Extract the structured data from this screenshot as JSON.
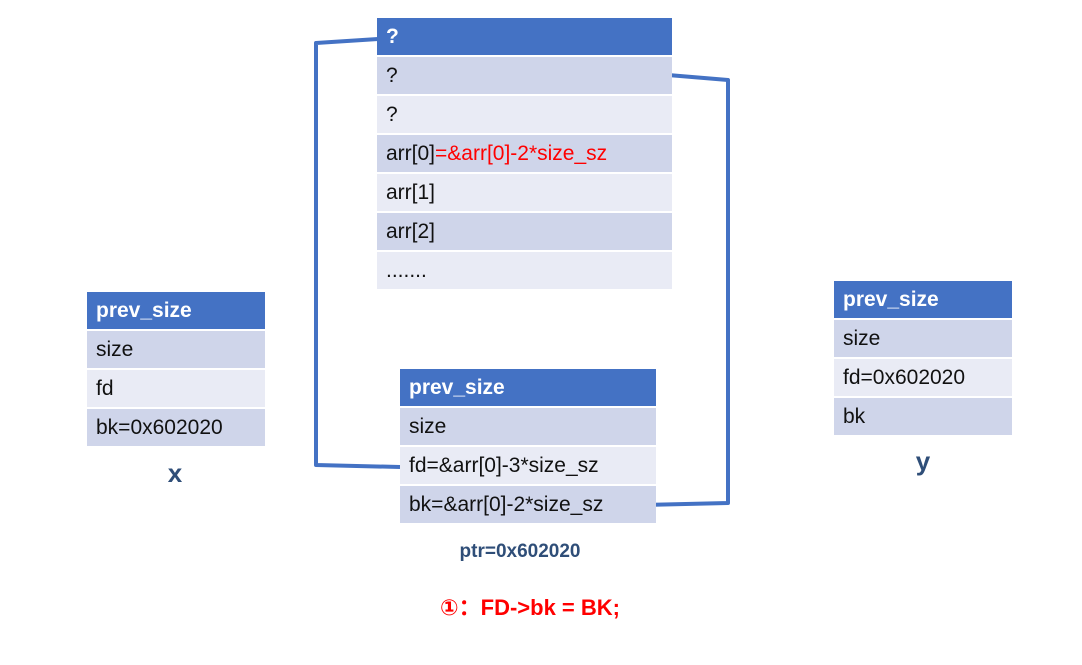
{
  "array_block": {
    "rows": [
      "?",
      "?",
      "?",
      "arr[0]",
      "arr[1]",
      "arr[2]",
      "......."
    ],
    "arr0_suffix": "=&arr[0]-2*size_sz"
  },
  "chunk_x": {
    "rows": [
      "prev_size",
      "size",
      "fd",
      "bk=0x602020"
    ],
    "label": "x"
  },
  "chunk_p": {
    "rows": [
      "prev_size",
      "size",
      "fd=&arr[0]-3*size_sz",
      "bk=&arr[0]-2*size_sz"
    ],
    "label": "ptr=0x602020"
  },
  "chunk_y": {
    "rows": [
      "prev_size",
      "size",
      "fd=0x602020",
      "bk"
    ],
    "label": "y"
  },
  "step_caption": "①：FD->bk = BK;",
  "colors": {
    "header": "#4472c4",
    "row_dark": "#cfd5ea",
    "row_light": "#e9ebf5",
    "wire": "#4472c4",
    "highlight": "#ff0000"
  }
}
